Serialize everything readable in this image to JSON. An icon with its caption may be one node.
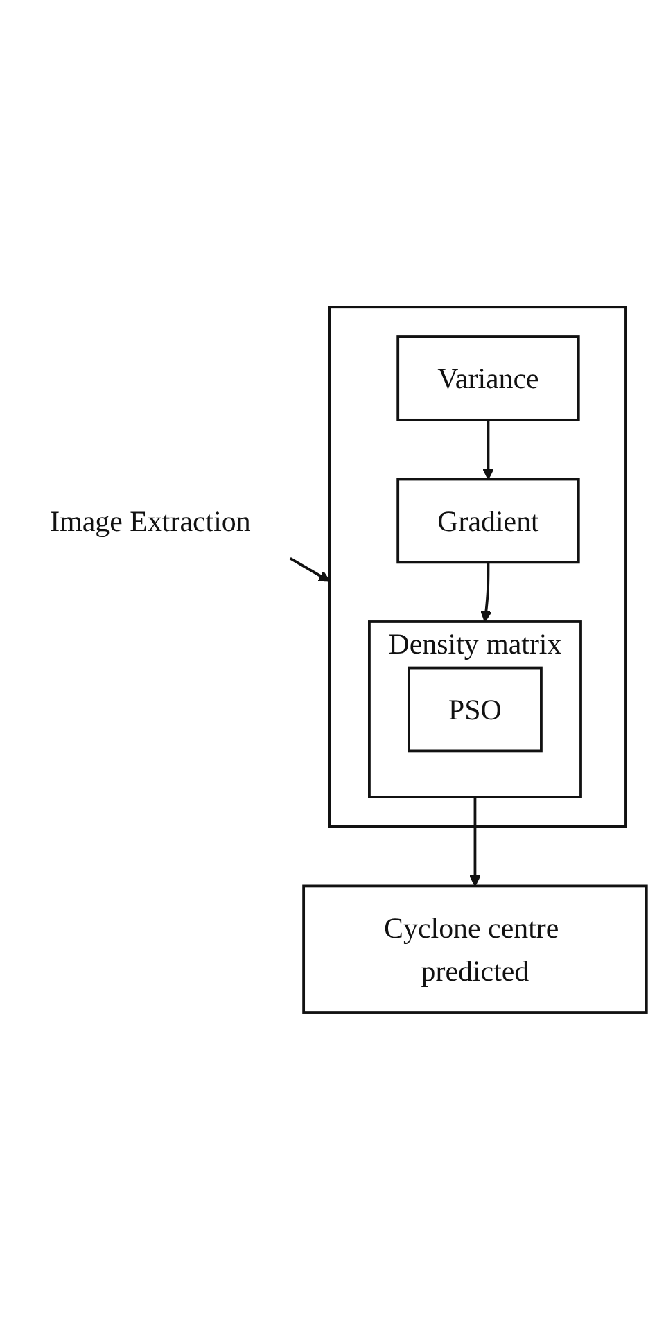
{
  "diagram": {
    "nodes": [
      {
        "text": [
          "Image Extraction"
        ]
      },
      {
        "text": [],
        "shape": "box"
      },
      {
        "text": [
          "Variance"
        ],
        "in": 1
      },
      {
        "text": [
          "Gradient"
        ],
        "in": 1
      },
      {
        "text": [
          "Density matrix"
        ],
        "in": 1
      },
      {
        "text": [
          "PSO"
        ],
        "in": 4
      },
      {
        "text": [
          "Cyclone centre predicted"
        ]
      }
    ],
    "edges": [
      {
        "from": 0,
        "to": 1,
        "arrow": "to"
      },
      {
        "from": 2,
        "to": 3,
        "arrow": "to"
      },
      {
        "from": 3,
        "to": 4,
        "arrow": "to"
      },
      {
        "from": 4,
        "to": 6,
        "arrow": "to"
      }
    ]
  }
}
